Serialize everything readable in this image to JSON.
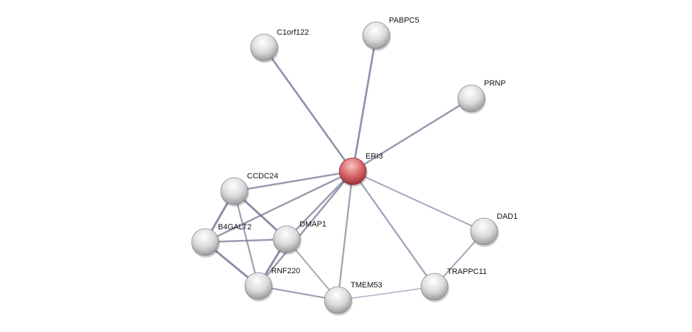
{
  "network": {
    "query_node": "ERI3",
    "colors": {
      "query": "#d9686c",
      "node": "#e2e2e2",
      "edge": "#6b7090"
    },
    "nodes": [
      {
        "id": "C1orf122",
        "label": "C1orf122"
      },
      {
        "id": "PABPC5",
        "label": "PABPC5"
      },
      {
        "id": "PRNP",
        "label": "PRNP"
      },
      {
        "id": "ERI3",
        "label": "ERI3"
      },
      {
        "id": "CCDC24",
        "label": "CCDC24"
      },
      {
        "id": "B4GALT2",
        "label": "B4GALT2"
      },
      {
        "id": "DMAP1",
        "label": "DMAP1"
      },
      {
        "id": "DAD1",
        "label": "DAD1"
      },
      {
        "id": "RNF220",
        "label": "RNF220"
      },
      {
        "id": "TMEM53",
        "label": "TMEM53"
      },
      {
        "id": "TRAPPC11",
        "label": "TRAPPC11"
      }
    ],
    "edges": [
      {
        "a": "ERI3",
        "b": "C1orf122",
        "w": 0.8
      },
      {
        "a": "ERI3",
        "b": "PABPC5",
        "w": 0.8
      },
      {
        "a": "ERI3",
        "b": "PRNP",
        "w": 0.7
      },
      {
        "a": "ERI3",
        "b": "CCDC24",
        "w": 0.7
      },
      {
        "a": "ERI3",
        "b": "B4GALT2",
        "w": 0.7
      },
      {
        "a": "ERI3",
        "b": "DMAP1",
        "w": 0.7
      },
      {
        "a": "ERI3",
        "b": "RNF220",
        "w": 0.7
      },
      {
        "a": "ERI3",
        "b": "TMEM53",
        "w": 0.6
      },
      {
        "a": "ERI3",
        "b": "TRAPPC11",
        "w": 0.6
      },
      {
        "a": "ERI3",
        "b": "DAD1",
        "w": 0.5
      },
      {
        "a": "CCDC24",
        "b": "B4GALT2",
        "w": 0.9
      },
      {
        "a": "CCDC24",
        "b": "DMAP1",
        "w": 0.9
      },
      {
        "a": "CCDC24",
        "b": "RNF220",
        "w": 0.6
      },
      {
        "a": "B4GALT2",
        "b": "DMAP1",
        "w": 0.7
      },
      {
        "a": "B4GALT2",
        "b": "RNF220",
        "w": 0.9
      },
      {
        "a": "DMAP1",
        "b": "RNF220",
        "w": 0.9
      },
      {
        "a": "DMAP1",
        "b": "TMEM53",
        "w": 0.5
      },
      {
        "a": "RNF220",
        "b": "TMEM53",
        "w": 0.6
      },
      {
        "a": "TMEM53",
        "b": "TRAPPC11",
        "w": 0.3
      },
      {
        "a": "TRAPPC11",
        "b": "DAD1",
        "w": 0.5
      }
    ]
  }
}
